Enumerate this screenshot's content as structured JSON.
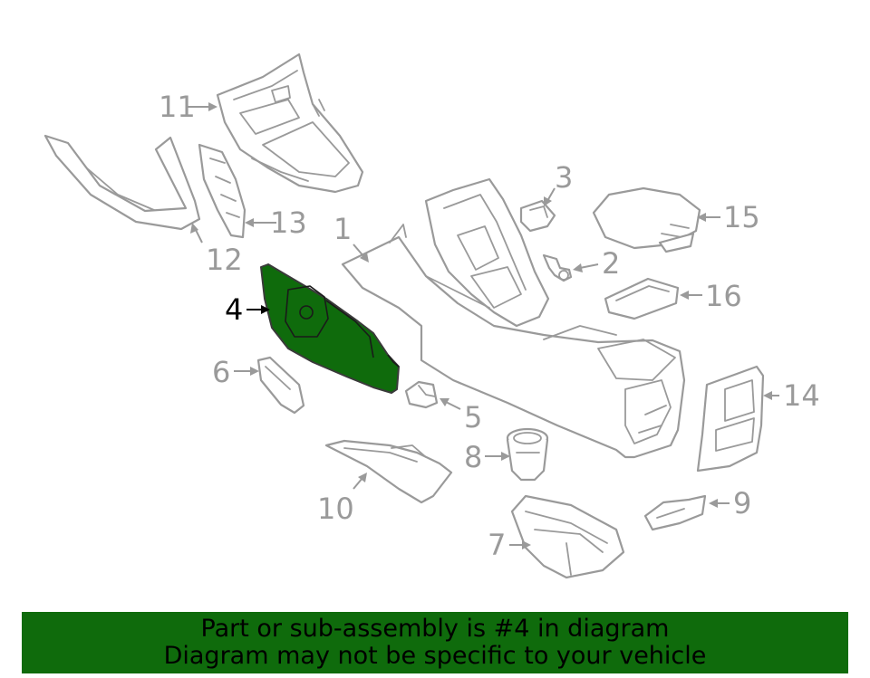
{
  "diagram": {
    "highlighted_part": "4",
    "callouts": [
      "1",
      "2",
      "3",
      "4",
      "5",
      "6",
      "7",
      "8",
      "9",
      "10",
      "11",
      "12",
      "13",
      "14",
      "15",
      "16"
    ]
  },
  "banner": {
    "line1": "Part or sub-assembly is #4 in diagram",
    "line2": "Diagram may not be specific to your vehicle"
  },
  "colors": {
    "highlight": "#0f6b0c",
    "line_art": "#9a9a9a",
    "banner_bg": "#0f6b0c"
  }
}
